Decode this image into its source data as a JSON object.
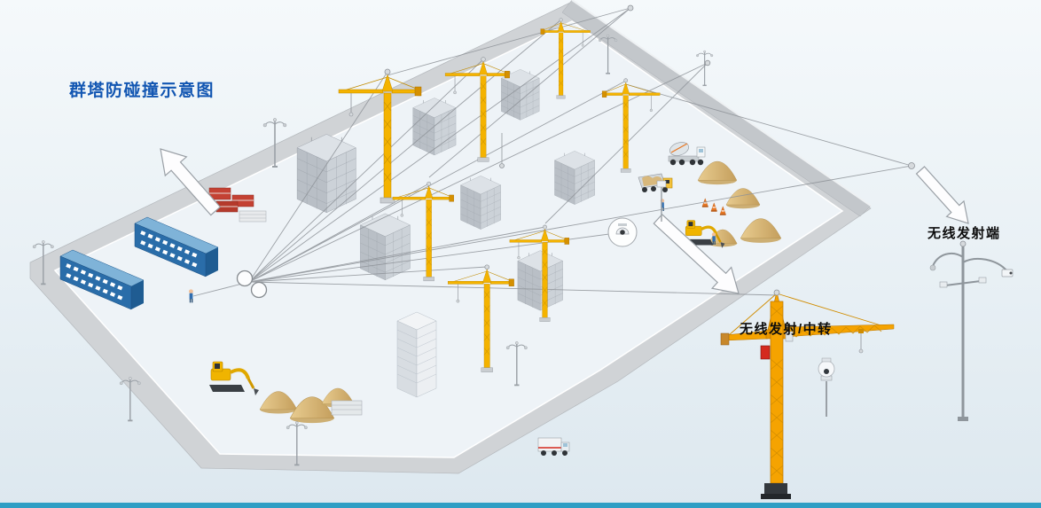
{
  "diagram": {
    "title": "群塔防碰撞示意图",
    "labels": {
      "wireless_transmitter": "无线发射端",
      "wireless_relay": "无线发射/中转"
    },
    "colors": {
      "title_blue": "#1256b2",
      "crane_yellow": "#f4b300",
      "crane_orange": "#f5a300",
      "device_red": "#d42a1e",
      "office_blue": "#2a6da9",
      "sand_tan": "#d8b87c",
      "road_gray": "#d0d3d6",
      "wall_gray": "#c3c7cb",
      "line_gray": "#8d9298",
      "bottom_bar": "#2f9ec4"
    },
    "icons": [
      "tower-crane-icon",
      "scaffold-building-icon",
      "office-container-icon",
      "sand-pile-icon",
      "excavator-icon",
      "mixer-truck-icon",
      "dump-truck-icon",
      "box-truck-icon",
      "street-lamp-icon",
      "dome-camera-icon",
      "signal-hub-icon",
      "direction-arrow-icon",
      "worker-icon",
      "traffic-cone-icon",
      "brick-stack-icon",
      "pipe-stack-icon",
      "camera-pole-icon",
      "relay-crane-icon"
    ]
  }
}
